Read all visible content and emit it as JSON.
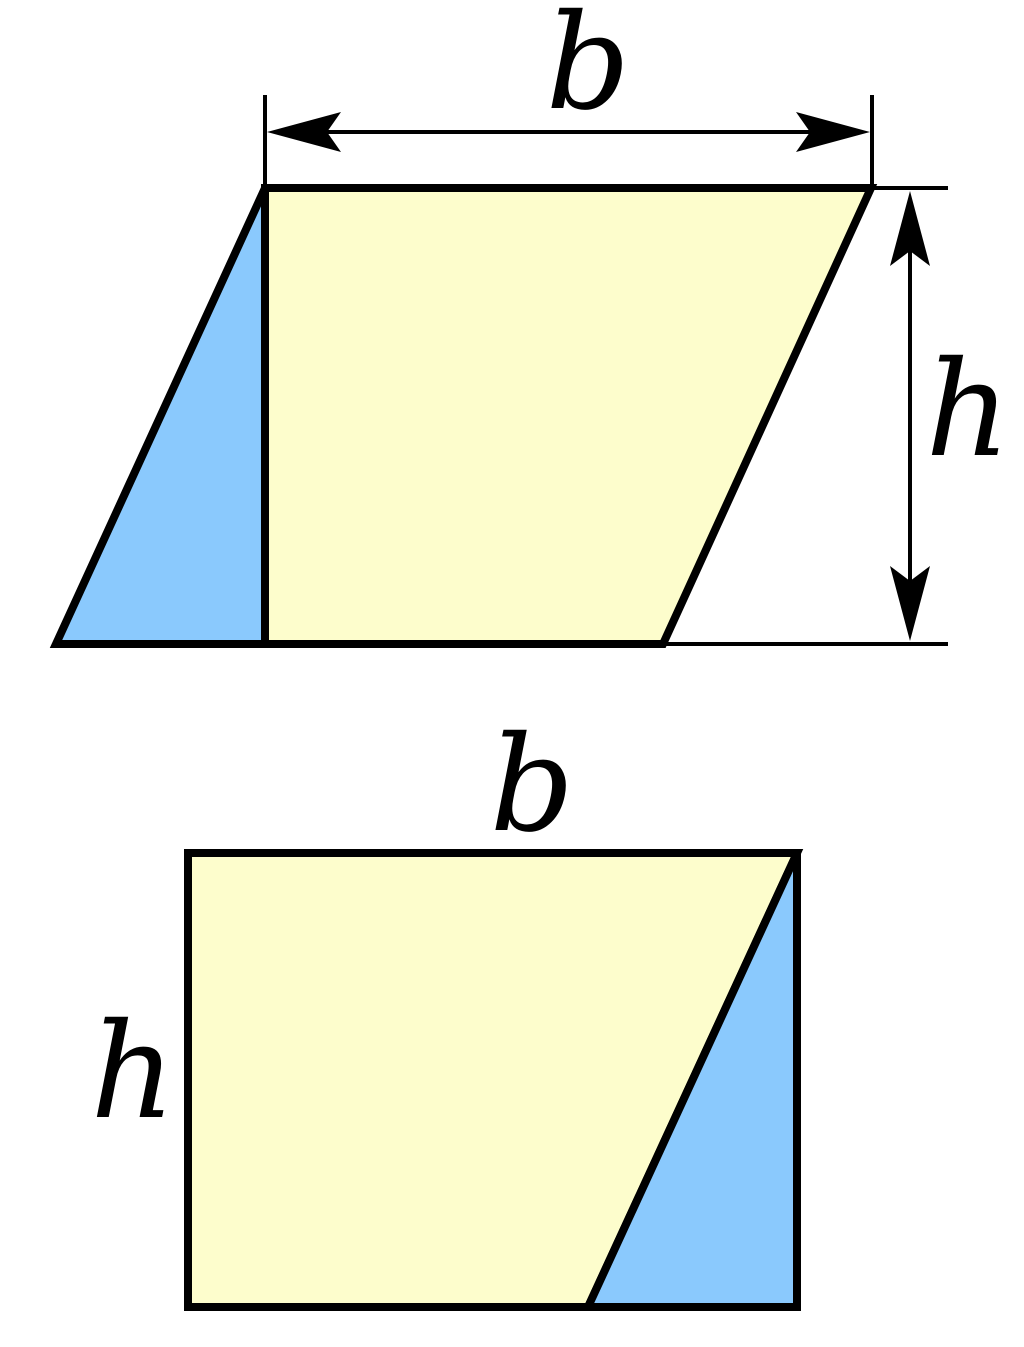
{
  "colors": {
    "main_fill": "#FDFDCC",
    "triangle_fill": "#8AC9FD",
    "stroke": "#000000",
    "background": "#FFFFFF"
  },
  "top_figure": {
    "base_label": "b",
    "height_label": "h"
  },
  "bottom_figure": {
    "base_label": "b",
    "height_label": "h"
  }
}
